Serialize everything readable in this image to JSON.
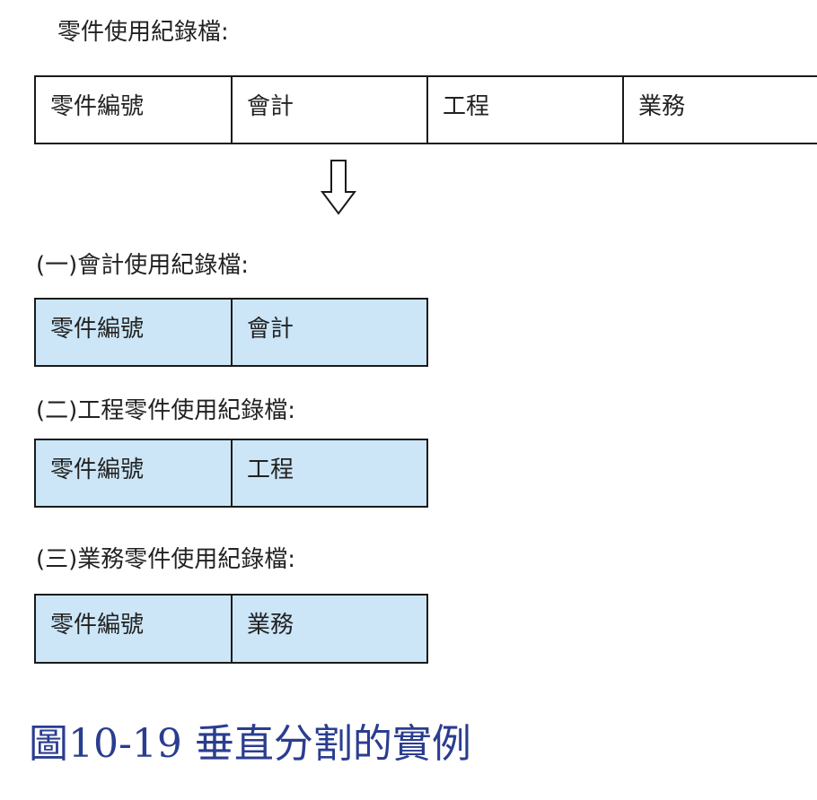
{
  "source": {
    "heading": "零件使用紀錄檔:",
    "columns": [
      "零件編號",
      "會計",
      "工程",
      "業務"
    ]
  },
  "splits": [
    {
      "heading": "(一)會計使用紀錄檔:",
      "columns": [
        "零件編號",
        "會計"
      ]
    },
    {
      "heading": "(二)工程零件使用紀錄檔:",
      "columns": [
        "零件編號",
        "工程"
      ]
    },
    {
      "heading": "(三)業務零件使用紀錄檔:",
      "columns": [
        "零件編號",
        "業務"
      ]
    }
  ],
  "caption": "圖10-19 垂直分割的實例",
  "colors": {
    "split_fill": "#cce6f8",
    "caption": "#2a3d8f",
    "border": "#1a1a1a"
  },
  "icons": {
    "arrow": "down-arrow-icon"
  }
}
